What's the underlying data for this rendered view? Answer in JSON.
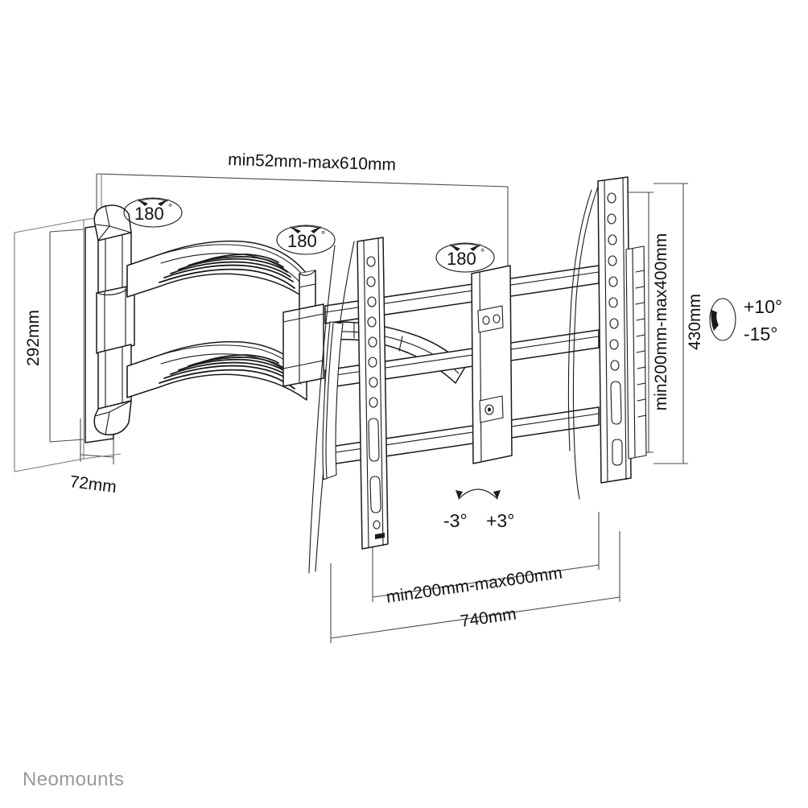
{
  "document": {
    "type": "technical-dimension-drawing",
    "subject": "full-motion TV wall mount",
    "brand": "Neomounts",
    "background_color": "#ffffff",
    "line_color": "#1a1a1a",
    "text_color": "#111111",
    "brand_color": "#9a9a9a"
  },
  "dimensions": {
    "extension": "min52mm-max610mm",
    "depth": "72mm",
    "height": "292mm",
    "vesa_height": "min200mm-max400mm",
    "plate_height": "430mm",
    "vesa_width": "min200mm-max600mm",
    "plate_width": "740mm"
  },
  "angles": {
    "swivel_left": "180",
    "swivel_mid": "180",
    "swivel_right": "180",
    "degree_symbol": "°",
    "tilt_up": "+10°",
    "tilt_down": "-15°",
    "roll_left": "-3°",
    "roll_right": "+3°"
  },
  "labels": {
    "badge_1": "180",
    "badge_2": "180",
    "badge_3": "180"
  }
}
